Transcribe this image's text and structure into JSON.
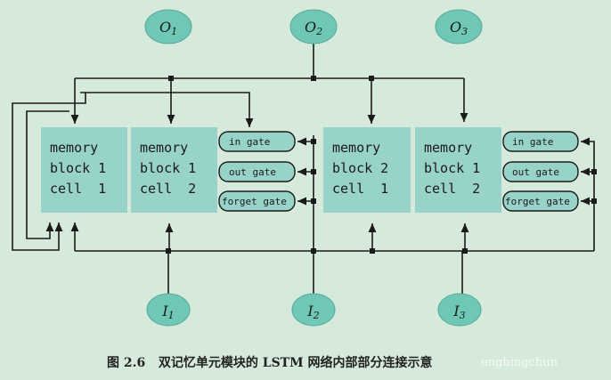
{
  "outputs": [
    "O1",
    "O2",
    "O3"
  ],
  "inputs": [
    "I1",
    "I2",
    "I3"
  ],
  "cells": [
    {
      "line1": "memory",
      "line2": "block 1",
      "line3": "cell  1"
    },
    {
      "line1": "memory",
      "line2": "block 1",
      "line3": "cell  2"
    },
    {
      "line1": "memory",
      "line2": "block 2",
      "line3": "cell  1"
    },
    {
      "line1": "memory",
      "line2": "block 1",
      "line3": "cell  2"
    }
  ],
  "gates_left": [
    "in gate",
    "out gate",
    "forget gate"
  ],
  "gates_right": [
    "in gate",
    "out gate",
    "forget gate"
  ],
  "caption": "图 2.6   双记忆单元模块的 LSTM 网络内部部分连接示意",
  "watermark": "engbingchun",
  "colors": {
    "background": "#d6eadb",
    "cell_fill": "#97d3c8",
    "gate_fill": "#97d3c8",
    "node_fill": "#6fc7b6",
    "line": "#1a1a1a"
  }
}
